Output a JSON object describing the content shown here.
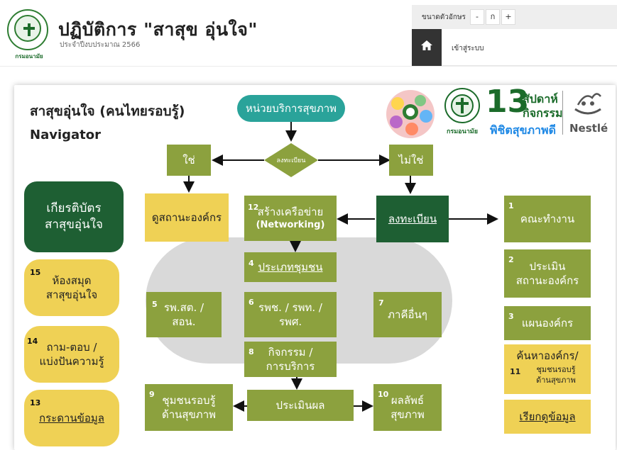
{
  "header": {
    "logo_text": "กรมอนามัย",
    "title": "ปฏิบัติการ \"สาสุข อุ่นใจ\"",
    "subtitle": "ประจำปีงบประมาณ 2566",
    "font_size_label": "ขนาดตัวอักษร",
    "font_minus": "-",
    "font_normal": "ก",
    "font_plus": "+",
    "home_icon": "home-icon",
    "login_label": "เข้าสู่ระบบ"
  },
  "diagram": {
    "title": "สาสุขอุ่นใจ (คนไทยรอบรู้)",
    "subtitle": "Navigator",
    "service_unit": "หน่วยบริการสุขภาพ",
    "registered_q": "ลงทะเบียน",
    "yes": "ใช่",
    "no": "ไม่ใช่",
    "org_dashboard": "ดูสถานะองค์กร",
    "register": "ลงทะเบียน",
    "networking_num": "12",
    "networking_1": "สร้างเครือข่าย",
    "networking_2": "(Networking)",
    "certificate": "เกียรติบัตร\nสาสุขอุ่นใจ",
    "library_num": "15",
    "library_1": "ห้องสมุด",
    "library_2": "สาสุขอุ่นใจ",
    "qa_num": "14",
    "qa_1": "ถาม-ตอบ /",
    "qa_2": "แบ่งปันความรู้",
    "board_num": "13",
    "board": "กระดานข้อมูล",
    "community_type_num": "4",
    "community_type": "ประเภทชุมชน",
    "rpst_num": "5",
    "rpst": "รพ.สต. /\nสอน.",
    "hospital_num": "6",
    "hospital": "รพช. / รพท. /\nรพศ.",
    "other_num": "7",
    "other": "ภาคีอื่นๆ",
    "activity_num": "8",
    "activity": "กิจกรรม /\nการบริการ",
    "evaluate": "ประเมินผล",
    "health_comm_num": "9",
    "health_comm": "ชุมชนรอบรู้\nด้านสุขภาพ",
    "outcome_num": "10",
    "outcome": "ผลลัพธ์\nสุขภาพ",
    "team_num": "1",
    "team": "คณะทำงาน",
    "assess_num": "2",
    "assess": "ประเมิน\nสถานะองค์กร",
    "plan_num": "3",
    "plan": "แผนองค์กร",
    "search_org": "ค้นหาองค์กร/",
    "search_num": "11",
    "search_sub": "ชุมชนรอบรู้\nด้านสุขภาพ",
    "retrieve": "เรียกดูข้อมูล",
    "campaign_13": "13",
    "campaign_weeks": "สัปดาห์",
    "campaign_activity": "กิจกรรม",
    "campaign_tag": "พิชิตสุขภาพดี",
    "nestle": "Nestlé"
  },
  "colors": {
    "green": "#8ca13e",
    "dark_green": "#1e5f33",
    "yellow": "#efd155",
    "teal": "#2aa39a",
    "oval": "#d9d9d9"
  }
}
